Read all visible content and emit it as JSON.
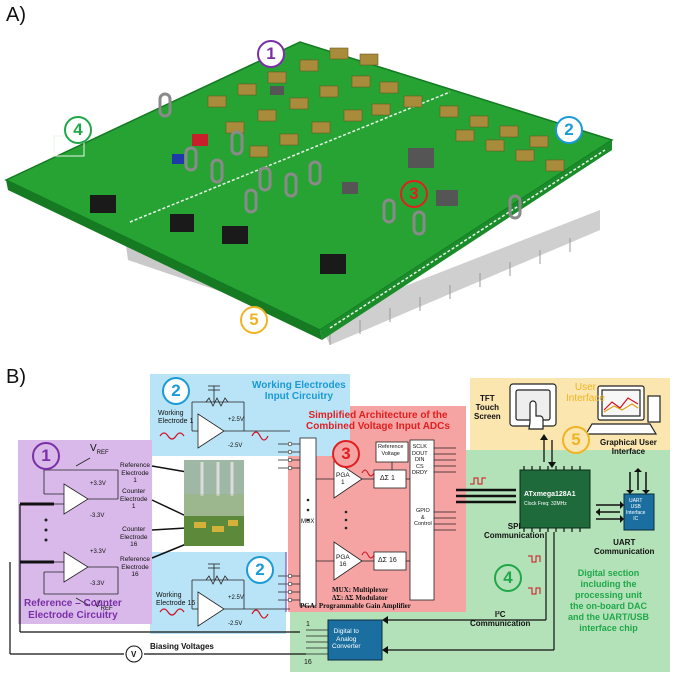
{
  "panels": {
    "a": "A)",
    "b": "B)"
  },
  "markers": [
    "1",
    "2",
    "3",
    "4",
    "5"
  ],
  "board_markers": {
    "m1": "1",
    "m2": "2",
    "m3": "3",
    "m4": "4",
    "m5": "5"
  },
  "working": {
    "title": "Working Electrodes\nInput Circuitry",
    "electrode1": "Working\nElectrode 1",
    "electrode16": "Working\nElectrode 16",
    "plus": "+2.5V",
    "minus": "-2.5V"
  },
  "reference": {
    "title": "Reference – Counter\nElectrode Circuitry",
    "vref": "V",
    "vref_sub": "REF",
    "plus": "+3.3V",
    "minus": "-3.3V",
    "ref1": "Reference\nElectrode\n1",
    "counter1": "Counter\nElectrode\n1",
    "counter16": "Counter\nElectrode\n16",
    "ref16": "Reference\nElectrode\n16"
  },
  "adc": {
    "title": "Simplified Architecture of the\nCombined Voltage Input ADCs",
    "mux": "MUX",
    "pga1": "PGA\n1",
    "pga16": "PGA\n16",
    "ds1": "ΔΣ 1",
    "ds16": "ΔΣ 16",
    "ref_voltage": "Reference\nVoltage",
    "pins": "SCLK\nDOUT\nDIN\nCS\nDRDY",
    "gpio": "GPIO\n&\nControl",
    "legend_mux": "MUX: Multiplexer",
    "legend_ds": "ΔΣ: ΔΣ Modulator",
    "legend_pga": "PGA: Programmable Gain Amplifier"
  },
  "ui": {
    "title": "User\nInterface",
    "tft": "TFT\nTouch\nScreen",
    "gui": "Graphical User\nInterface"
  },
  "mcu": {
    "name": "ATxmega128A1",
    "clock": "Clock Freq: 32MHz"
  },
  "uart_chip": "UART\nUSB\nInterface\nIC",
  "spi": "SPI\nCommunication",
  "uart": "UART\nCommunication",
  "i2c": "I²C\nCommunication",
  "digital": "Digital section\nincluding the\nprocessing unit\nthe on-board DAC\nand the UART/USB\ninterface chip",
  "dac": "Digital to\nAnalog\nConverter",
  "dac_pins": {
    "first": "1",
    "last": "16"
  },
  "biasing": "Biasing Voltages",
  "voltmeter": "V",
  "colors": {
    "purple": "#7b2fa6",
    "purple_bg": "#d9b9ea",
    "blue": "#1a9ad6",
    "blue_bg": "#b9e4f7",
    "red": "#e02020",
    "red_bg": "#f5a3a3",
    "green": "#1fa84a",
    "green_bg": "#b4e2b8",
    "yellow": "#f0b422",
    "yellow_bg": "#fbe6b0",
    "pcb": "#27a334"
  }
}
